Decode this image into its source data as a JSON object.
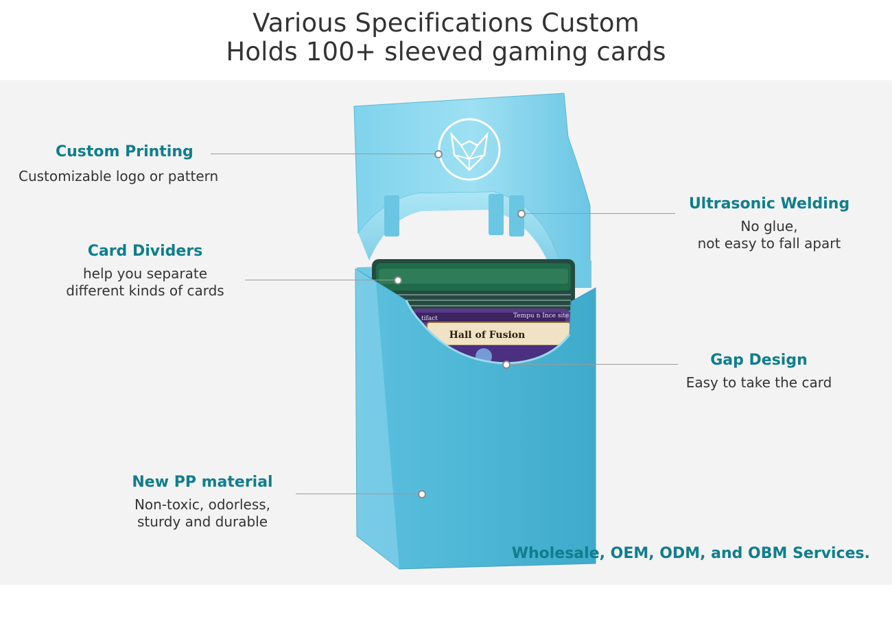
{
  "header": {
    "title_line1": "Various Specifications Custom",
    "title_line2": "Holds 100+ sleeved gaming cards"
  },
  "features": {
    "custom_printing": {
      "title": "Custom Printing",
      "desc": "Customizable logo or pattern"
    },
    "card_dividers": {
      "title": "Card Dividers",
      "desc_line1": "help you separate",
      "desc_line2": "different kinds of cards"
    },
    "ultrasonic_welding": {
      "title": "Ultrasonic Welding",
      "desc_line1": "No glue,",
      "desc_line2": "not easy to fall apart"
    },
    "gap_design": {
      "title": "Gap Design",
      "desc": "Easy to take the card"
    },
    "pp_material": {
      "title": "New PP material",
      "desc_line1": "Non-toxic, odorless,",
      "desc_line2": "sturdy and durable"
    }
  },
  "card": {
    "name": "Hall of Fusion",
    "type_left": "tifact",
    "type_right": "Tempu n Ince site"
  },
  "footer": {
    "services": "Wholesale, OEM, ODM, and OBM Services."
  },
  "colors": {
    "accent": "#0f7e8c",
    "box": "#4fb8d6",
    "panel": "#f3f3f3",
    "text": "#333333"
  },
  "icons": {
    "logo": "wolf-head-logo-icon"
  }
}
